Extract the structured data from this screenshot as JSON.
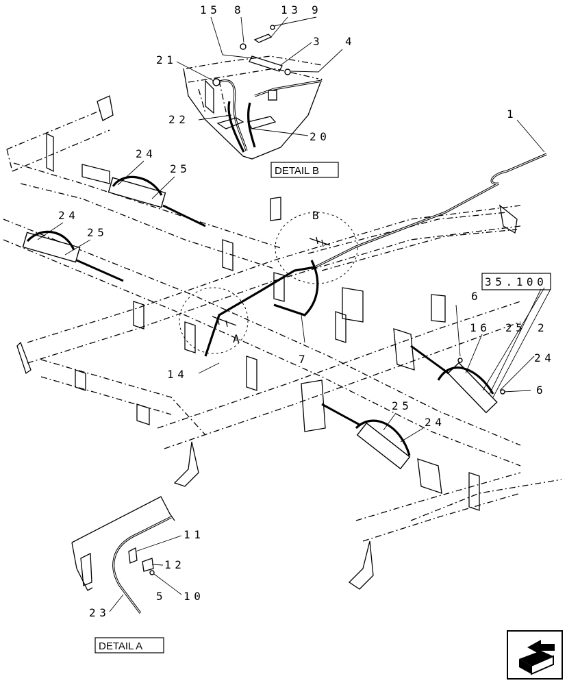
{
  "callouts": {
    "c15": "15",
    "c8": "8",
    "c13": "13",
    "c9": "9",
    "c3": "3",
    "c4": "4",
    "c21": "21",
    "c22": "22",
    "c20": "20",
    "c1": "1",
    "c24a": "24",
    "c25a": "25",
    "c24b": "24",
    "c25b": "25",
    "cB": "B",
    "cA": "A",
    "c7": "7",
    "c14": "14",
    "c6a": "6",
    "c16": "16",
    "c25c": "25",
    "c2": "2",
    "c24c": "24",
    "c6b": "6",
    "c25d": "25",
    "c24d": "24",
    "c11": "11",
    "c12": "12",
    "c5": "5",
    "c10": "10",
    "c23": "23"
  },
  "labels": {
    "detail_b": "DETAIL B",
    "detail_a": "DETAIL A",
    "reference": "35.100"
  },
  "icons": {
    "nav": "next-page-arrow-icon"
  }
}
